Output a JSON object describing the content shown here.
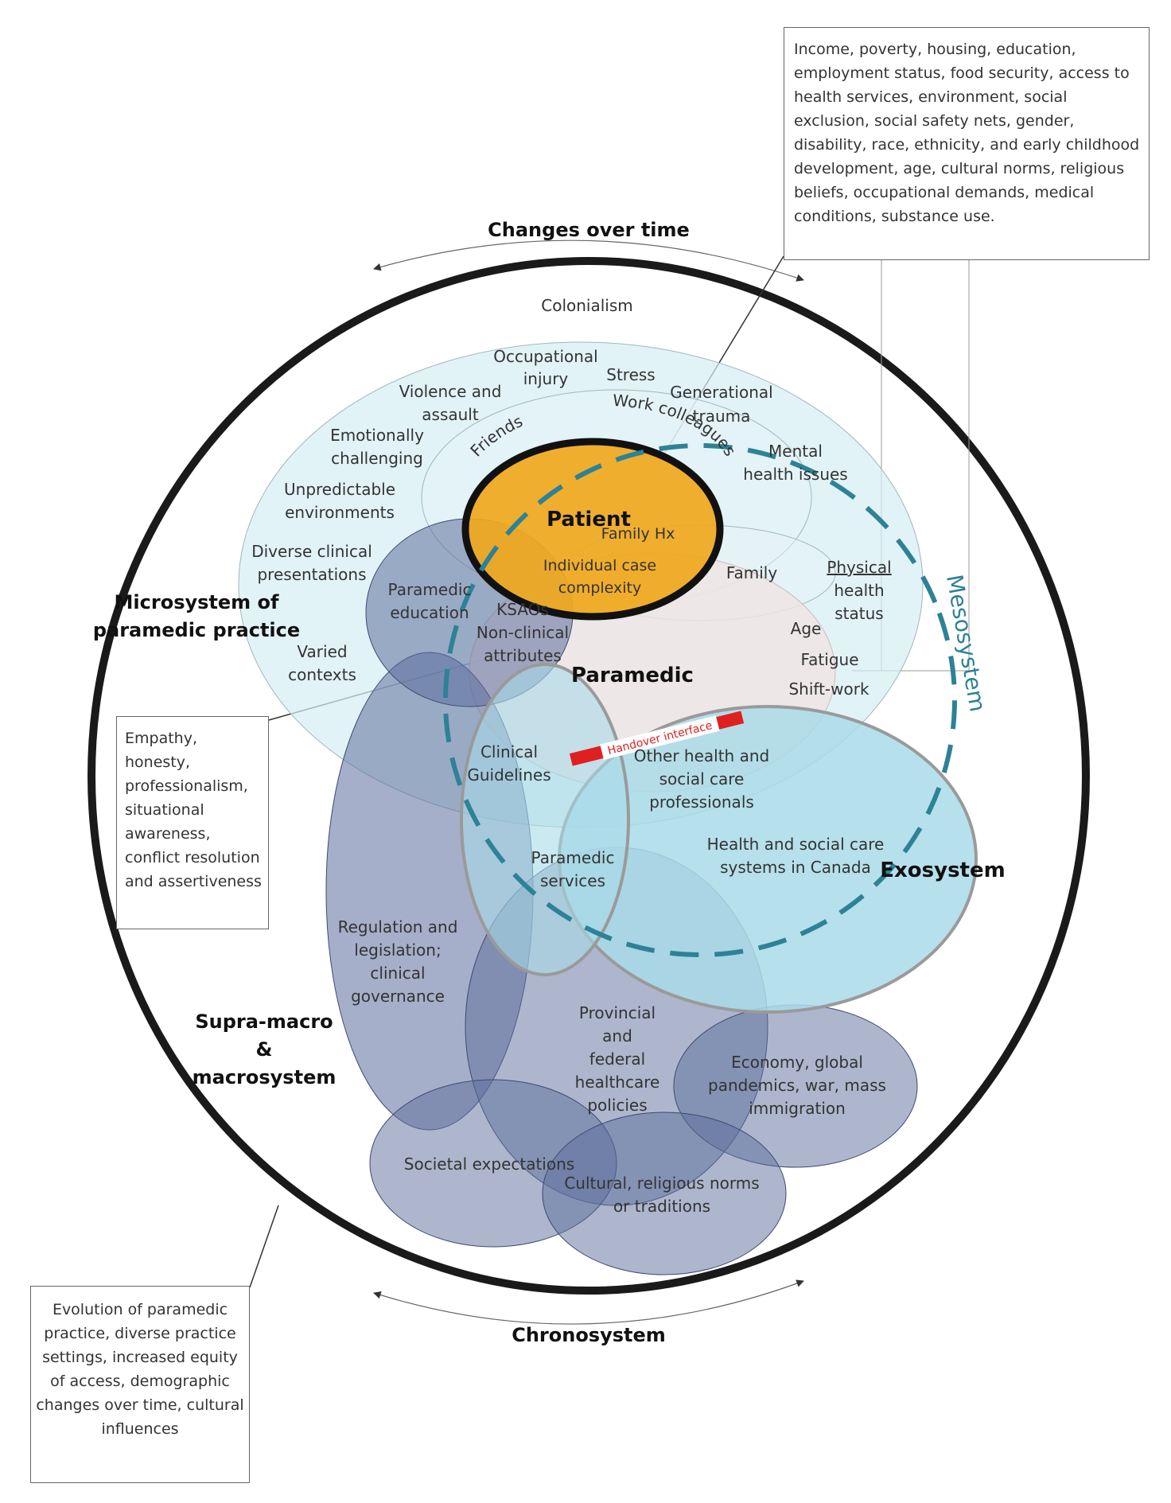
{
  "notes": {
    "determinants": "Income, poverty, housing, education, employment status, food security, access to health services, environment, social exclusion, social safety nets, gender, disability, race, ethnicity, and early childhood development, age, cultural norms, religious beliefs, occupational demands, medical conditions, substance use.",
    "attributes": "Empathy, honesty, professionalism, situational awareness, conflict resolution and assertiveness",
    "chronosystem": "Evolution of paramedic practice, diverse practice settings, increased equity of access, demographic changes over time, cultural influences"
  },
  "headings": {
    "changes_over_time": "Changes over time",
    "chronosystem": "Chronosystem",
    "microsystem": [
      "Microsystem of",
      "paramedic practice"
    ],
    "mesosystem": "Mesosystem",
    "exosystem": "Exosystem",
    "macrosystem": [
      "Supra-macro",
      "&",
      "macrosystem"
    ],
    "patient": "Patient",
    "paramedic": "Paramedic"
  },
  "labels": {
    "colonialism": "Colonialism",
    "occupational_injury": [
      "Occupational",
      "injury"
    ],
    "stress": "Stress",
    "violence": [
      "Violence and",
      "assault"
    ],
    "generational_trauma": [
      "Generational",
      "trauma"
    ],
    "emotionally_challenging": [
      "Emotionally",
      "challenging"
    ],
    "friends": "Friends",
    "work_colleagues": "Work colleagues",
    "mental_health": [
      "Mental",
      "health issues"
    ],
    "unpredictable": [
      "Unpredictable",
      "environments"
    ],
    "family_hx": "Family Hx",
    "diverse_clinical": [
      "Diverse clinical",
      "presentations"
    ],
    "individual_case": [
      "Individual case",
      "complexity"
    ],
    "family": "Family",
    "physical_health": [
      "Physical",
      "health",
      "status"
    ],
    "paramedic_education": [
      "Paramedic",
      "education"
    ],
    "ksaos": [
      "KSAOs",
      "Non-clinical",
      "attributes"
    ],
    "age": "Age",
    "fatigue": "Fatigue",
    "shift_work": "Shift-work",
    "varied_contexts": [
      "Varied",
      "contexts"
    ],
    "handover_interface": "Handover interface",
    "clinical_guidelines": [
      "Clinical",
      "Guidelines"
    ],
    "other_professionals": [
      "Other health and",
      "social care",
      "professionals"
    ],
    "health_systems": [
      "Health and social care",
      "systems in Canada"
    ],
    "paramedic_services": [
      "Paramedic",
      "services"
    ],
    "regulation": [
      "Regulation and",
      "legislation;",
      "clinical",
      "governance"
    ],
    "provincial": [
      "Provincial",
      "and",
      "federal",
      "healthcare",
      "policies"
    ],
    "economy": [
      "Economy, global",
      "pandemics, war, mass",
      "immigration"
    ],
    "societal": "Societal expectations",
    "cultural": [
      "Cultural, religious norms",
      "or traditions"
    ]
  },
  "colors": {
    "patient_fill": "#f0a81c",
    "micro_fill": "#d6eef3",
    "paramedic_fill": "#eee4e4",
    "exo_fill": "#a9dbe7",
    "macro_fill": "#5c6e9c",
    "meso_dash": "#2d8296",
    "handover": "#e02020"
  }
}
